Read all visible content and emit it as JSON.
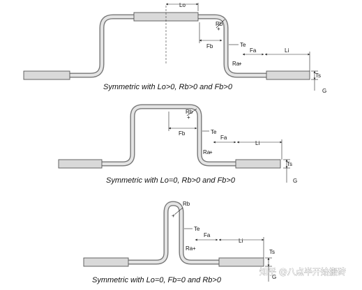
{
  "figures": [
    {
      "caption": "Symmetric with Lo>0, Rb>0 and Fb>0",
      "labels": {
        "lo": "Lo",
        "rb": "Rb",
        "fb": "Fb",
        "te": "Te",
        "fa": "Fa",
        "li": "Li",
        "ra": "Ra",
        "ts": "Ts",
        "g": "G"
      }
    },
    {
      "caption": "Symmetric with Lo=0, Rb>0 and Fb>0",
      "labels": {
        "rb": "Rb",
        "fb": "Fb",
        "te": "Te",
        "fa": "Fa",
        "li": "Li",
        "ra": "Ra",
        "ts": "Ts",
        "g": "G"
      }
    },
    {
      "caption": "Symmetric with Lo=0, Fb=0 and Rb>0",
      "labels": {
        "rb": "Rb",
        "te": "Te",
        "fa": "Fa",
        "li": "Li",
        "ra": "Ra",
        "ts": "Ts",
        "g": "G"
      }
    }
  ],
  "watermark": "知乎 @八点半开始搬砖",
  "colors": {
    "pipe_outline": "#777777",
    "pipe_fill": "#e4e4e4",
    "terminal_fill": "#d9d9d9"
  }
}
